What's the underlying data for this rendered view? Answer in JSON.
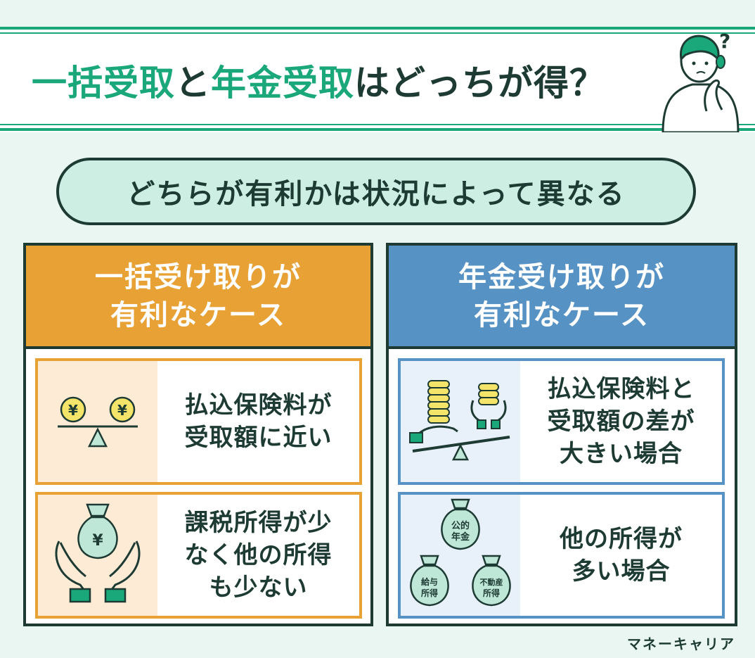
{
  "title": {
    "part1": "一括受取",
    "part2": "と",
    "part3": "年金受取",
    "part4": "はどっちが得？"
  },
  "subtitle": "どちらが有利かは状況によって異なる",
  "left_panel": {
    "heading_line1": "一括受け取りが",
    "heading_line2": "有利なケース",
    "cards": [
      {
        "lines": [
          "払込保険料が",
          "受取額に近い"
        ],
        "icon": "balance-scale-yen-icon",
        "yen": "¥"
      },
      {
        "lines": [
          "課税所得が少",
          "なく他の所得",
          "も少ない"
        ],
        "icon": "money-bag-hands-icon",
        "yen": "¥"
      }
    ]
  },
  "right_panel": {
    "heading_line1": "年金受け取りが",
    "heading_line2": "有利なケース",
    "cards": [
      {
        "lines": [
          "払込保険料と",
          "受取額の差が",
          "大きい場合"
        ],
        "icon": "tilted-scale-coins-icon"
      },
      {
        "lines": [
          "他の所得が",
          "多い場合"
        ],
        "icon": "income-bags-icon",
        "bags": [
          "公的",
          "年金",
          "給与",
          "所得",
          "不動産",
          "所得"
        ]
      }
    ]
  },
  "brand": "マネーキャリア",
  "colors": {
    "accent_green": "#1aa77a",
    "dark": "#1d3b33",
    "orange": "#e7a135",
    "blue": "#5792c4",
    "background": "#e9f6f1"
  }
}
